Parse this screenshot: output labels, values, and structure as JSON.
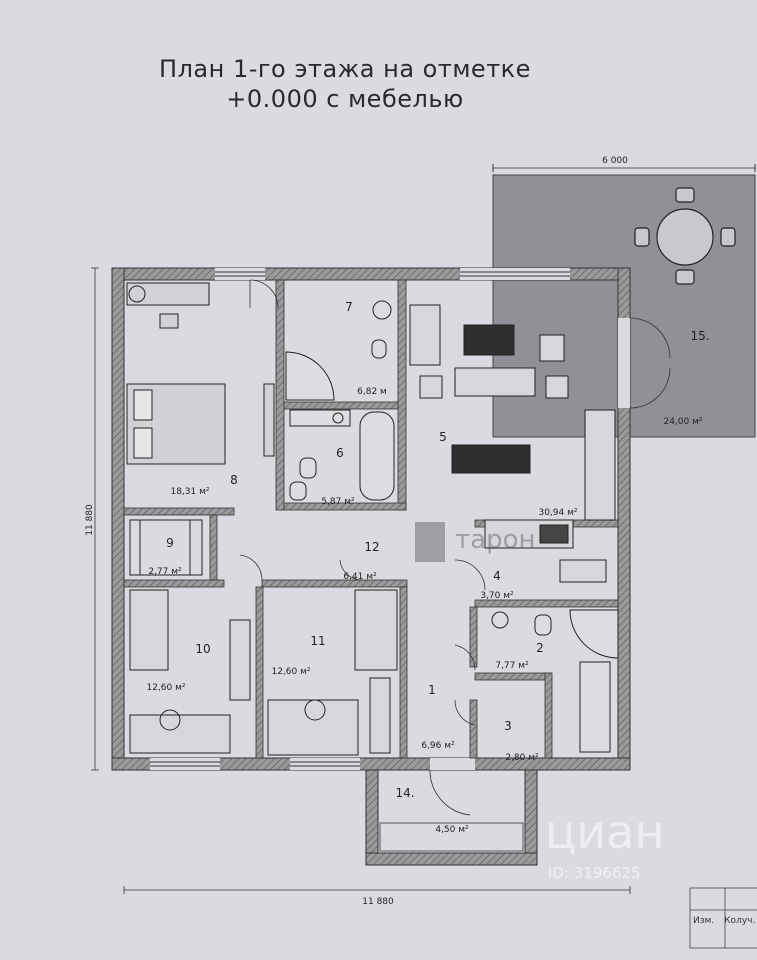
{
  "title_line1": "План 1-го  этажа на отметке",
  "title_line2": "+0.000 с мебелью",
  "dimensions": {
    "top_terrace": "6 000",
    "left_height": "11 880",
    "bottom_width": "11 880"
  },
  "rooms": [
    {
      "number": "1",
      "area": "6,96 м²"
    },
    {
      "number": "2",
      "area": "7,77 м²"
    },
    {
      "number": "3",
      "area": "2,80 м²"
    },
    {
      "number": "4",
      "area": "3,70 м²"
    },
    {
      "number": "5",
      "area": "30,94 м²"
    },
    {
      "number": "6",
      "area": "5,87 м²"
    },
    {
      "number": "7",
      "area": "6,82 м"
    },
    {
      "number": "8",
      "area": "18,31 м²"
    },
    {
      "number": "9",
      "area": "2,77 м²"
    },
    {
      "number": "10",
      "area": "12,60 м²"
    },
    {
      "number": "11",
      "area": "12,60 м²"
    },
    {
      "number": "12",
      "area": "6,41 м²"
    },
    {
      "number": "14.",
      "area": "4,50 м²"
    },
    {
      "number": "15.",
      "area": "24,00 м²"
    }
  ],
  "watermarks": {
    "brand": "тарон",
    "site": "циан",
    "id": "ID: 3196625"
  },
  "stamp": {
    "col1": "Изм.",
    "col2": "Колуч."
  },
  "colors": {
    "wall": "#8a8a8a",
    "terrace": "#8f9196",
    "paper": "#d9dbe0",
    "line": "#2b2b2b"
  }
}
